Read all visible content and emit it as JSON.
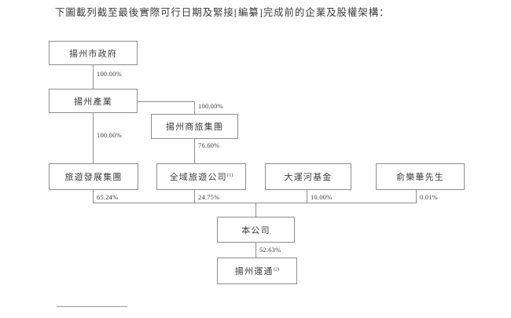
{
  "document": {
    "heading": "下圖載列截至最後實際可行日期及緊接[編纂]完成前的企業及股權架構："
  },
  "chart_data": {
    "type": "diagram",
    "diagram_kind": "organizational-shareholding-chart",
    "title": "下圖載列截至最後實際可行日期及緊接[編纂]完成前的企業及股權架構：",
    "nodes": [
      {
        "id": "yangzhou_gov",
        "label": "揚州市政府",
        "footnote": ""
      },
      {
        "id": "yangzhou_industry",
        "label": "揚州產業",
        "footnote": ""
      },
      {
        "id": "shanglv_group",
        "label": "揚州商旅集團",
        "footnote": ""
      },
      {
        "id": "lvyou_development",
        "label": "旅遊發展集團",
        "footnote": ""
      },
      {
        "id": "quanyu_tourism",
        "label": "全域旅遊公司",
        "footnote": "(1)"
      },
      {
        "id": "dayunhe_fund",
        "label": "大運河基金",
        "footnote": ""
      },
      {
        "id": "mr_yu",
        "label": "俞樂華先生",
        "footnote": ""
      },
      {
        "id": "the_company",
        "label": "本公司",
        "footnote": ""
      },
      {
        "id": "yangzhou_yuntong",
        "label": "揚州運通",
        "footnote": "(2)"
      }
    ],
    "edges": [
      {
        "from": "yangzhou_gov",
        "to": "yangzhou_industry",
        "value": "100.00%"
      },
      {
        "from": "yangzhou_industry",
        "to": "shanglv_group",
        "value": "100.00%"
      },
      {
        "from": "yangzhou_industry",
        "to": "lvyou_development",
        "value": "100.00%"
      },
      {
        "from": "shanglv_group",
        "to": "quanyu_tourism",
        "value": "76.60%"
      },
      {
        "from": "lvyou_development",
        "to": "the_company",
        "value": "65.24%"
      },
      {
        "from": "quanyu_tourism",
        "to": "the_company",
        "value": "24.75%"
      },
      {
        "from": "dayunhe_fund",
        "to": "the_company",
        "value": "10.00%"
      },
      {
        "from": "mr_yu",
        "to": "the_company",
        "value": "0.01%"
      },
      {
        "from": "the_company",
        "to": "yangzhou_yuntong",
        "value": "52.63%"
      }
    ]
  },
  "nodes": {
    "yangzhou_gov": {
      "label": "揚州市政府",
      "sup": ""
    },
    "yangzhou_industry": {
      "label": "揚州產業",
      "sup": ""
    },
    "shanglv_group": {
      "label": "揚州商旅集團",
      "sup": ""
    },
    "lvyou_development": {
      "label": "旅遊發展集團",
      "sup": ""
    },
    "quanyu_tourism": {
      "label": "全域旅遊公司",
      "sup": "(1)"
    },
    "dayunhe_fund": {
      "label": "大運河基金",
      "sup": ""
    },
    "mr_yu": {
      "label": "俞樂華先生",
      "sup": ""
    },
    "the_company": {
      "label": "本公司",
      "sup": ""
    },
    "yangzhou_yuntong": {
      "label": "揚州運通",
      "sup": "(2)"
    }
  },
  "percentages": {
    "gov_to_industry": "100.00%",
    "industry_to_shanglv": "100.00%",
    "industry_to_lvyou": "100.00%",
    "shanglv_to_quanyu": "76.60%",
    "lvyou_to_company": "65.24%",
    "quanyu_to_company": "24.75%",
    "fund_to_company": "10.00%",
    "yu_to_company": "0.01%",
    "company_to_yuntong": "52.63%"
  },
  "colors": {
    "box_border": "#8d8d8d",
    "line": "#8d8d8d",
    "text": "#3a3a3a",
    "background": "#ffffff"
  }
}
